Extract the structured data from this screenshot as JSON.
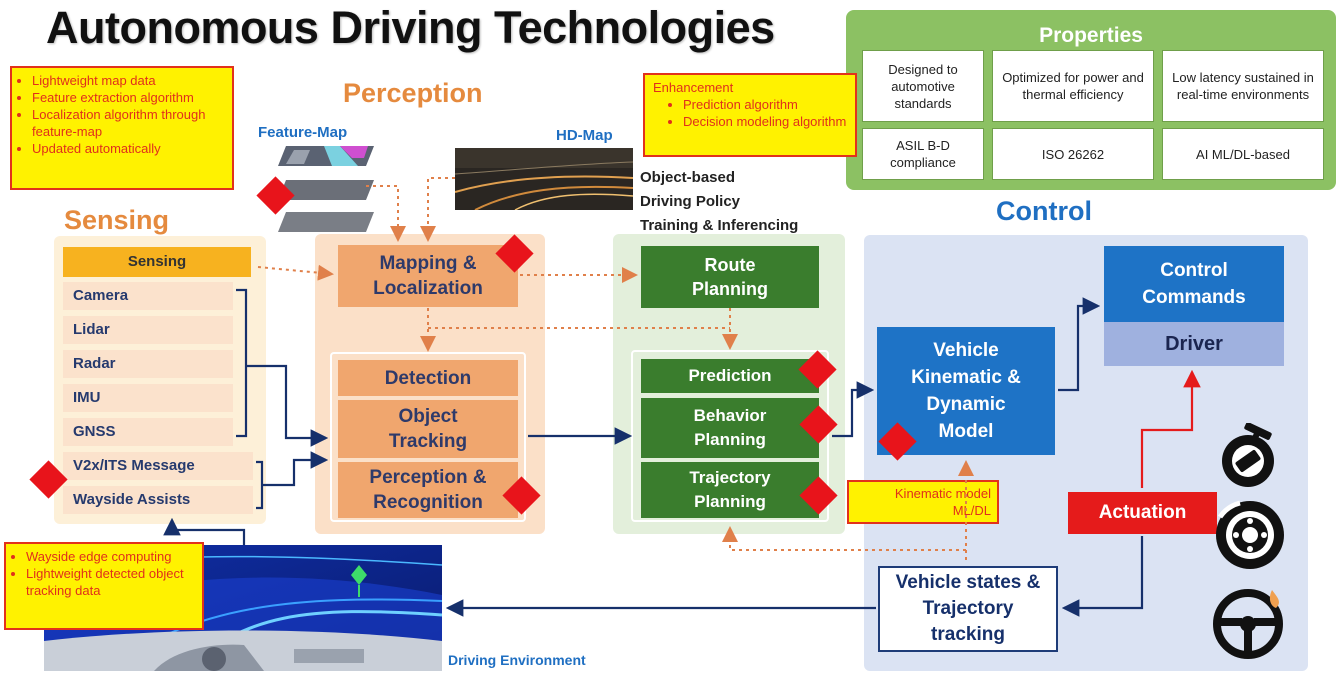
{
  "title": "Autonomous Driving Technologies",
  "notes": {
    "map_notes": [
      "Lightweight map data",
      "Feature extraction algorithm",
      "Localization algorithm through feature-map",
      "Updated automatically"
    ],
    "enhancement_title": "Enhancement",
    "enhancement_items": [
      "Prediction algorithm",
      "Decision modeling algorithm"
    ],
    "kinematic": "Kinematic model ML/DL",
    "wayside_notes": [
      "Wayside edge computing",
      "Lightweight detected object tracking data"
    ]
  },
  "properties": {
    "title": "Properties",
    "cells": [
      "Designed to automotive standards",
      "Optimized for power and thermal efficiency",
      "Low latency sustained in real-time environments",
      "ASIL B-D compliance",
      "ISO 26262",
      "AI ML/DL-based"
    ]
  },
  "sections": {
    "perception": "Perception",
    "sensing": "Sensing",
    "control": "Control",
    "feature_map": "Feature-Map",
    "hd_map": "HD-Map",
    "policy": [
      "Object-based",
      "Driving Policy",
      "Training & Inferencing"
    ],
    "driving_env": "Driving Environment"
  },
  "sensing": {
    "header": "Sensing",
    "items": [
      "Camera",
      "Lidar",
      "Radar",
      "IMU",
      "GNSS",
      "V2x/ITS Message",
      "Wayside Assists"
    ]
  },
  "perception_boxes": {
    "mapping": "Mapping & Localization",
    "detection": "Detection",
    "tracking": "Object Tracking",
    "recognition": "Perception & Recognition"
  },
  "planning_boxes": {
    "route": "Route Planning",
    "prediction": "Prediction",
    "behavior": "Behavior Planning",
    "trajectory": "Trajectory Planning"
  },
  "control_boxes": {
    "commands": "Control Commands",
    "driver": "Driver",
    "vehicle_model": "Vehicle Kinematic & Dynamic Model",
    "actuation": "Actuation",
    "states": "Vehicle states & Trajectory tracking"
  },
  "icons": [
    "brake-pedal-icon",
    "brake-disc-icon",
    "steering-wheel-icon",
    "risk-diamond-icon"
  ],
  "colors": {
    "accent_red": "#e8141b",
    "note_yellow": "#fff200",
    "perception_orange": "#f0a66e",
    "planning_green": "#3a7d2d",
    "control_blue": "#1e73c6",
    "arrow_navy": "#16306b"
  }
}
